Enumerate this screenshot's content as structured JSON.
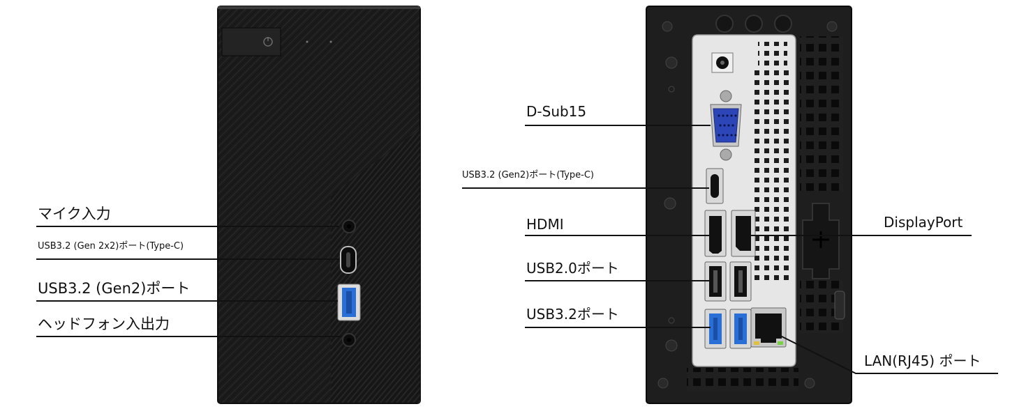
{
  "front_labels": {
    "mic_in": "マイク入力",
    "usb_typec_front": "USB3.2 (Gen 2x2)ポート(Type-C)",
    "usb_typea_front": "USB3.2 (Gen2)ポート",
    "headphone": "ヘッドフォン入出力"
  },
  "rear_labels": {
    "dsub": "D-Sub15",
    "usb_typec_rear": "USB3.2 (Gen2)ポート(Type-C)",
    "hdmi": "HDMI",
    "displayport": "DisplayPort",
    "usb2": "USB2.0ポート",
    "usb32": "USB3.2ポート",
    "lan": "LAN(RJ45) ポート"
  },
  "colors": {
    "case_black": "#1a1a1a",
    "io_plate": "#e6e6e6",
    "usb3_blue": "#2a6fd6",
    "vga_blue": "#2c46b8",
    "leader_line": "#111111"
  }
}
